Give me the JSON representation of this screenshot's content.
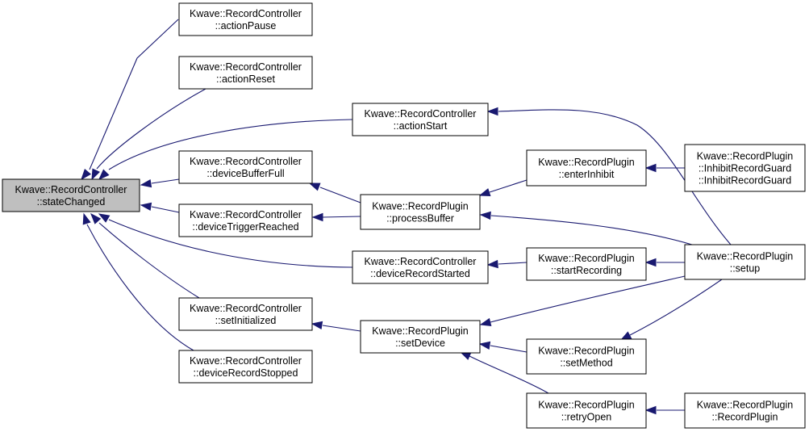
{
  "nodes": [
    {
      "id": "stateChanged",
      "line1": "Kwave::RecordController",
      "line2": "::stateChanged",
      "root": true
    },
    {
      "id": "actionPause",
      "line1": "Kwave::RecordController",
      "line2": "::actionPause"
    },
    {
      "id": "actionReset",
      "line1": "Kwave::RecordController",
      "line2": "::actionReset"
    },
    {
      "id": "actionStart",
      "line1": "Kwave::RecordController",
      "line2": "::actionStart"
    },
    {
      "id": "deviceBufferFull",
      "line1": "Kwave::RecordController",
      "line2": "::deviceBufferFull"
    },
    {
      "id": "deviceTriggerReached",
      "line1": "Kwave::RecordController",
      "line2": "::deviceTriggerReached"
    },
    {
      "id": "deviceRecordStarted",
      "line1": "Kwave::RecordController",
      "line2": "::deviceRecordStarted"
    },
    {
      "id": "setInitialized",
      "line1": "Kwave::RecordController",
      "line2": "::setInitialized"
    },
    {
      "id": "deviceRecordStopped",
      "line1": "Kwave::RecordController",
      "line2": "::deviceRecordStopped"
    },
    {
      "id": "processBuffer",
      "line1": "Kwave::RecordPlugin",
      "line2": "::processBuffer"
    },
    {
      "id": "setDevice",
      "line1": "Kwave::RecordPlugin",
      "line2": "::setDevice"
    },
    {
      "id": "enterInhibit",
      "line1": "Kwave::RecordPlugin",
      "line2": "::enterInhibit"
    },
    {
      "id": "startRecording",
      "line1": "Kwave::RecordPlugin",
      "line2": "::startRecording"
    },
    {
      "id": "setMethod",
      "line1": "Kwave::RecordPlugin",
      "line2": "::setMethod"
    },
    {
      "id": "retryOpen",
      "line1": "Kwave::RecordPlugin",
      "line2": "::retryOpen"
    },
    {
      "id": "inhibitGuard",
      "line1": "Kwave::RecordPlugin",
      "line2": "::InhibitRecordGuard",
      "line3": "::InhibitRecordGuard"
    },
    {
      "id": "setup",
      "line1": "Kwave::RecordPlugin",
      "line2": "::setup"
    },
    {
      "id": "recordPlugin",
      "line1": "Kwave::RecordPlugin",
      "line2": "::RecordPlugin"
    }
  ],
  "edges": [
    {
      "from": "actionPause",
      "to": "stateChanged"
    },
    {
      "from": "actionReset",
      "to": "stateChanged"
    },
    {
      "from": "actionStart",
      "to": "stateChanged"
    },
    {
      "from": "deviceBufferFull",
      "to": "stateChanged"
    },
    {
      "from": "deviceTriggerReached",
      "to": "stateChanged"
    },
    {
      "from": "deviceRecordStarted",
      "to": "stateChanged"
    },
    {
      "from": "setInitialized",
      "to": "stateChanged"
    },
    {
      "from": "deviceRecordStopped",
      "to": "stateChanged"
    },
    {
      "from": "processBuffer",
      "to": "deviceBufferFull"
    },
    {
      "from": "processBuffer",
      "to": "deviceTriggerReached"
    },
    {
      "from": "startRecording",
      "to": "deviceRecordStarted"
    },
    {
      "from": "setDevice",
      "to": "setInitialized"
    },
    {
      "from": "enterInhibit",
      "to": "processBuffer"
    },
    {
      "from": "setup",
      "to": "processBuffer"
    },
    {
      "from": "setup",
      "to": "actionStart"
    },
    {
      "from": "setup",
      "to": "startRecording"
    },
    {
      "from": "setup",
      "to": "setDevice"
    },
    {
      "from": "setup",
      "to": "setMethod"
    },
    {
      "from": "setMethod",
      "to": "setDevice"
    },
    {
      "from": "retryOpen",
      "to": "setDevice"
    },
    {
      "from": "inhibitGuard",
      "to": "enterInhibit"
    },
    {
      "from": "recordPlugin",
      "to": "retryOpen"
    }
  ],
  "colors": {
    "edge": "#191970",
    "root_fill": "#bfbfbf",
    "node_fill": "#ffffff",
    "border": "#000000"
  }
}
